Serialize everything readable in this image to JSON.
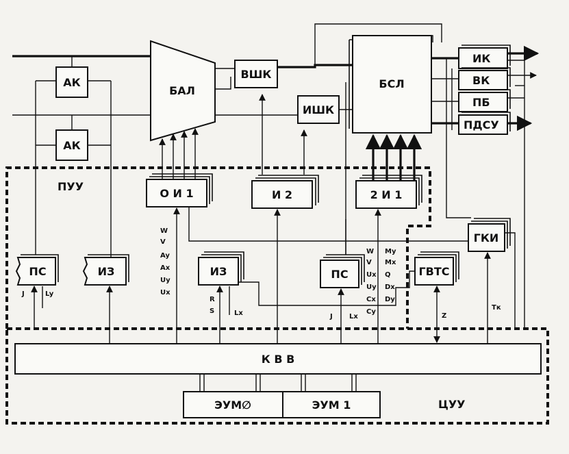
{
  "blocks": {
    "ak_top": "АК",
    "ak_bottom": "АК",
    "bal": "БАЛ",
    "vshk": "ВШК",
    "ishk": "ИШК",
    "bsl": "БСЛ",
    "ik": "ИК",
    "vk": "ВК",
    "pb": "ПБ",
    "pdsu": "ПДСУ",
    "oi1": "О И 1",
    "i2": "И 2",
    "i21": "2 И 1",
    "gki": "ГКИ",
    "gvts": "ГВТС",
    "ps_left": "ПС",
    "iz_left": "ИЗ",
    "iz_mid": "ИЗ",
    "ps_mid": "ПС",
    "kvv": "К  В  В",
    "eum0": "ЭУМ∅",
    "eum1": "ЭУМ 1"
  },
  "regions": {
    "puu": "ПУУ",
    "cuu": "ЦУУ"
  },
  "signals": {
    "ps_left_j": "J",
    "ps_left_ly": "Ly",
    "oi1_inputs": [
      "W",
      "V",
      "Ay",
      "Ax",
      "Uy",
      "Ux"
    ],
    "iz_mid_r": "R",
    "iz_mid_s": "S",
    "iz_mid_lx": "Lx",
    "ps_mid_j": "J",
    "ps_mid_lx": "Lx",
    "i21_inputs_left": [
      "W",
      "V",
      "Ux",
      "Uy",
      "Cx",
      "Cy"
    ],
    "i21_inputs_right": [
      "My",
      "Mx",
      "Q",
      "Dx",
      "Dy"
    ],
    "gvts_z": "Z",
    "gki_tk": "Tк"
  },
  "colors": {
    "ink": "#111111",
    "paper": "#f4f3ef"
  }
}
